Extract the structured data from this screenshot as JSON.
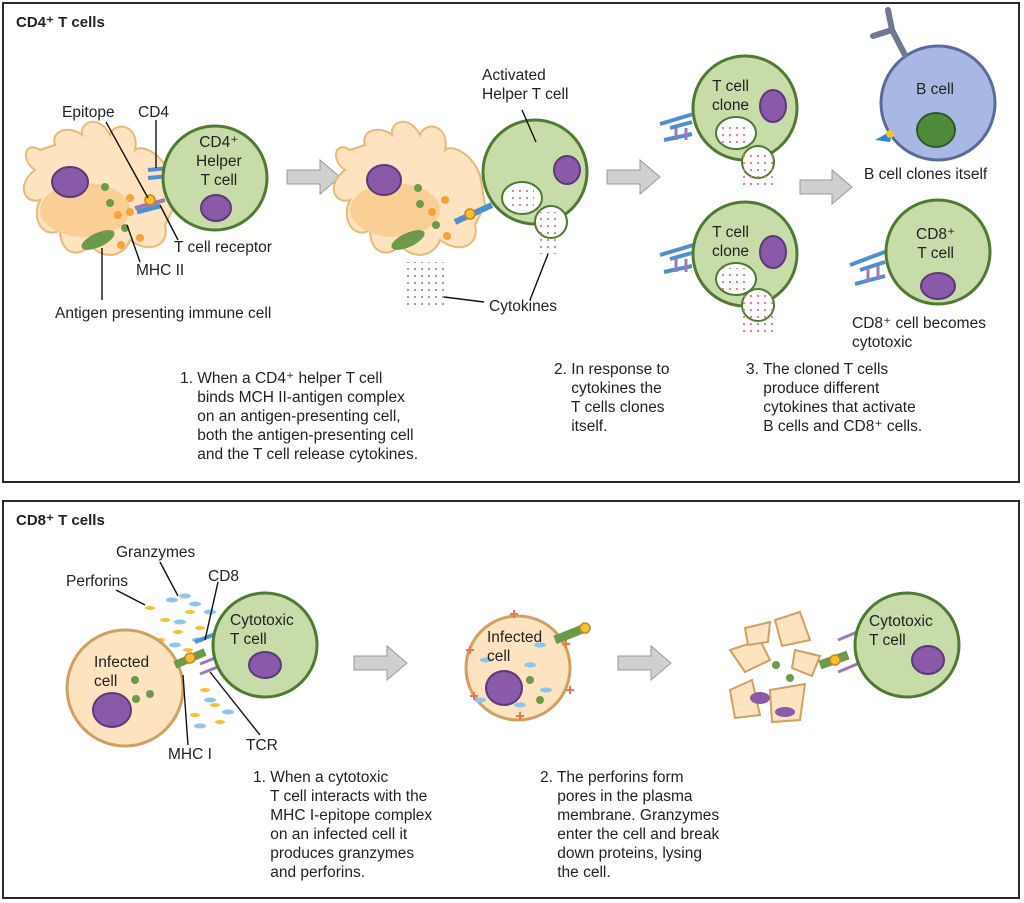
{
  "panel_cd4": {
    "title": "CD4⁺ T cells",
    "labels": {
      "epitope": "Epitope",
      "cd4": "CD4",
      "helper_cell": "CD4⁺\nHelper\nT cell",
      "t_cell_receptor": "T cell receptor",
      "mhc2": "MHC II",
      "apc": "Antigen presenting immune cell",
      "activated": "Activated\nHelper T cell",
      "cytokines": "Cytokines",
      "clone": "T cell\nclone",
      "b_cell": "B cell",
      "b_clones": "B cell clones itself",
      "cd8_cell": "CD8⁺\nT cell",
      "cd8_becomes": "CD8⁺ cell becomes\ncytotoxic"
    },
    "captions": {
      "step1": "1. When a CD4⁺ helper T cell\n    binds MCH II-antigen complex\n    on an antigen-presenting cell,\n    both the antigen-presenting cell\n    and the T cell release cytokines.",
      "step2": "2. In response to\n    cytokines the\n    T cells clones\n    itself.",
      "step3": "3. The cloned T cells\n    produce different\n    cytokines that activate\n    B cells and CD8⁺ cells."
    }
  },
  "panel_cd8": {
    "title": "CD8⁺ T cells",
    "labels": {
      "granzymes": "Granzymes",
      "perforins": "Perforins",
      "cd8": "CD8",
      "cytotoxic": "Cytotoxic\nT cell",
      "infected": "Infected\ncell",
      "mhc1": "MHC I",
      "tcr": "TCR",
      "infected2": "Infected\ncell",
      "cytotoxic2": "Cytotoxic\nT cell"
    },
    "captions": {
      "step1": "1. When a cytotoxic\n    T cell interacts with the\n    MHC I-epitope complex\n    on an infected cell it\n    produces granzymes\n    and perforins.",
      "step2": "2. The perforins form\n    pores in the plasma\n    membrane. Granzymes\n    enter the cell and break\n    down proteins, lysing\n    the cell."
    }
  },
  "colors": {
    "t_cell_fill": "#c8dcaa",
    "t_cell_stroke": "#4f7a32",
    "nucleus": "#8a5aa8",
    "apc_fill": "#fde3bf",
    "b_cell_fill": "#a9b8e3",
    "arrow": "#c8c8c8"
  }
}
